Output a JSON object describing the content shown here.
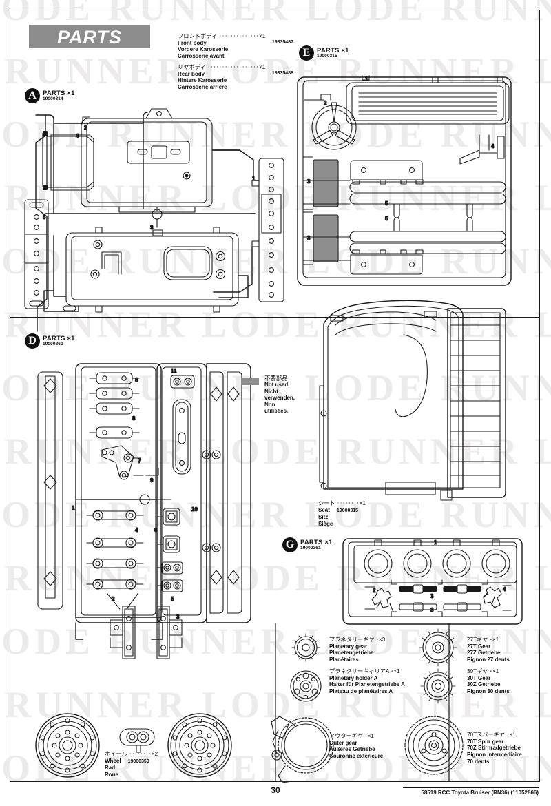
{
  "page": {
    "section_title": "PARTS",
    "page_number": "30",
    "footer_code": "58519 RCC Toyota Bruiser (RN36) (11052866)",
    "watermark_text": "LODE RUNNER"
  },
  "header_parts": [
    {
      "jp": "フロントボディ ‥‥‥‥‥‥‥×1",
      "en": "Front body",
      "de": "Vordere Karosserie",
      "fr": "Carrosserie avant",
      "number": "19335487"
    },
    {
      "jp": "リヤボディ ‥‥‥‥‥‥‥‥‥×1",
      "en": "Rear body",
      "de": "Hintere Karosserie",
      "fr": "Carrosserie arrière",
      "number": "19335488"
    }
  ],
  "sprues": [
    {
      "letter": "A",
      "label": "PARTS ×1",
      "number": "19000314"
    },
    {
      "letter": "E",
      "label": "PARTS ×1",
      "number": "19000315"
    },
    {
      "letter": "D",
      "label": "PARTS ×1",
      "number": "19000360"
    },
    {
      "letter": "G",
      "label": "PARTS ×1",
      "number": "19000361"
    }
  ],
  "not_used": {
    "jp": "不要部品",
    "en": "Not used.",
    "de": "Nicht verwenden.",
    "fr": "Non utilisées.",
    "swatch_color": "#8e8e8e"
  },
  "captions": {
    "seat": {
      "jp": "シート ‥‥‥‥×1",
      "en": "Seat",
      "de": "Sitz",
      "fr": "Siège",
      "number": "19000315"
    },
    "wheel": {
      "jp": "ホイール ‥‥‥‥×2",
      "en": "Wheel",
      "de": "Rad",
      "fr": "Roue",
      "number": "19000359"
    },
    "planetary_gear": {
      "jp": "プラネタリーギヤ ･×3",
      "en": "Planetary gear",
      "de": "Planetengetriebe",
      "fr": "Planétaires",
      "number": ""
    },
    "planetary_holder": {
      "jp": "プラネタリーキャリアA ･×1",
      "en": "Planetary holder A",
      "de": "Halter für Planetengetriebe A",
      "fr": "Plateau de planétaires A",
      "number": ""
    },
    "outer_gear": {
      "jp": "アウターギヤ ･×1",
      "en": "Outer gear",
      "de": "Äußeres Getriebe",
      "fr": "Couronne extérieure",
      "number": ""
    },
    "gear_27t": {
      "jp": "27Tギヤ ･×1",
      "en": "27T Gear",
      "de": "27Z Getriebe",
      "fr": "Pignon 27 dents",
      "number": ""
    },
    "gear_30t": {
      "jp": "30Tギヤ ･×1",
      "en": "30T Gear",
      "de": "30Z Getriebe",
      "fr": "Pignon 30 dents",
      "number": ""
    },
    "spur_gear_70t": {
      "jp": "70Tスパーギヤ ･×1",
      "en": "70T Spur gear",
      "de": "70Z Stirnradgetriebe",
      "fr": "Pignon intermédiaire",
      "fr2": "70 dents",
      "number": ""
    }
  },
  "part_numbers": {
    "sprue_a": [
      "1",
      "2",
      "3",
      "4",
      "5"
    ],
    "sprue_e": [
      "1",
      "2",
      "3",
      "3",
      "4",
      "5",
      "5"
    ],
    "sprue_d": [
      "1",
      "2",
      "3",
      "4",
      "5",
      "6",
      "7",
      "8",
      "8",
      "9",
      "10",
      "11"
    ],
    "sprue_g": [
      "1",
      "2",
      "3",
      "3",
      "4"
    ]
  },
  "colors": {
    "title_bar": "#8c8c8c",
    "ink": "#111111",
    "not_used_fill": "#8e8e8e",
    "watermark": "#eceaea"
  }
}
